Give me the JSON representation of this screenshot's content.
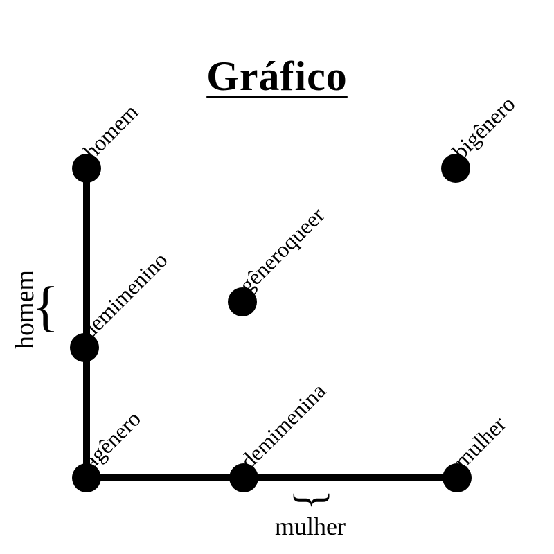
{
  "title": "Gráfico",
  "points": [
    {
      "label": "homem"
    },
    {
      "label": "bigênero"
    },
    {
      "label": "demimenino"
    },
    {
      "label": "gêneroqueer"
    },
    {
      "label": "agênero"
    },
    {
      "label": "demimenina"
    },
    {
      "label": "mulher"
    }
  ],
  "axis_annotations": {
    "left_brace": "{",
    "left_label": "homem",
    "bottom_brace": "{",
    "bottom_label": "mulher"
  },
  "colors": {
    "ink": "#000000",
    "background": "#ffffff"
  }
}
